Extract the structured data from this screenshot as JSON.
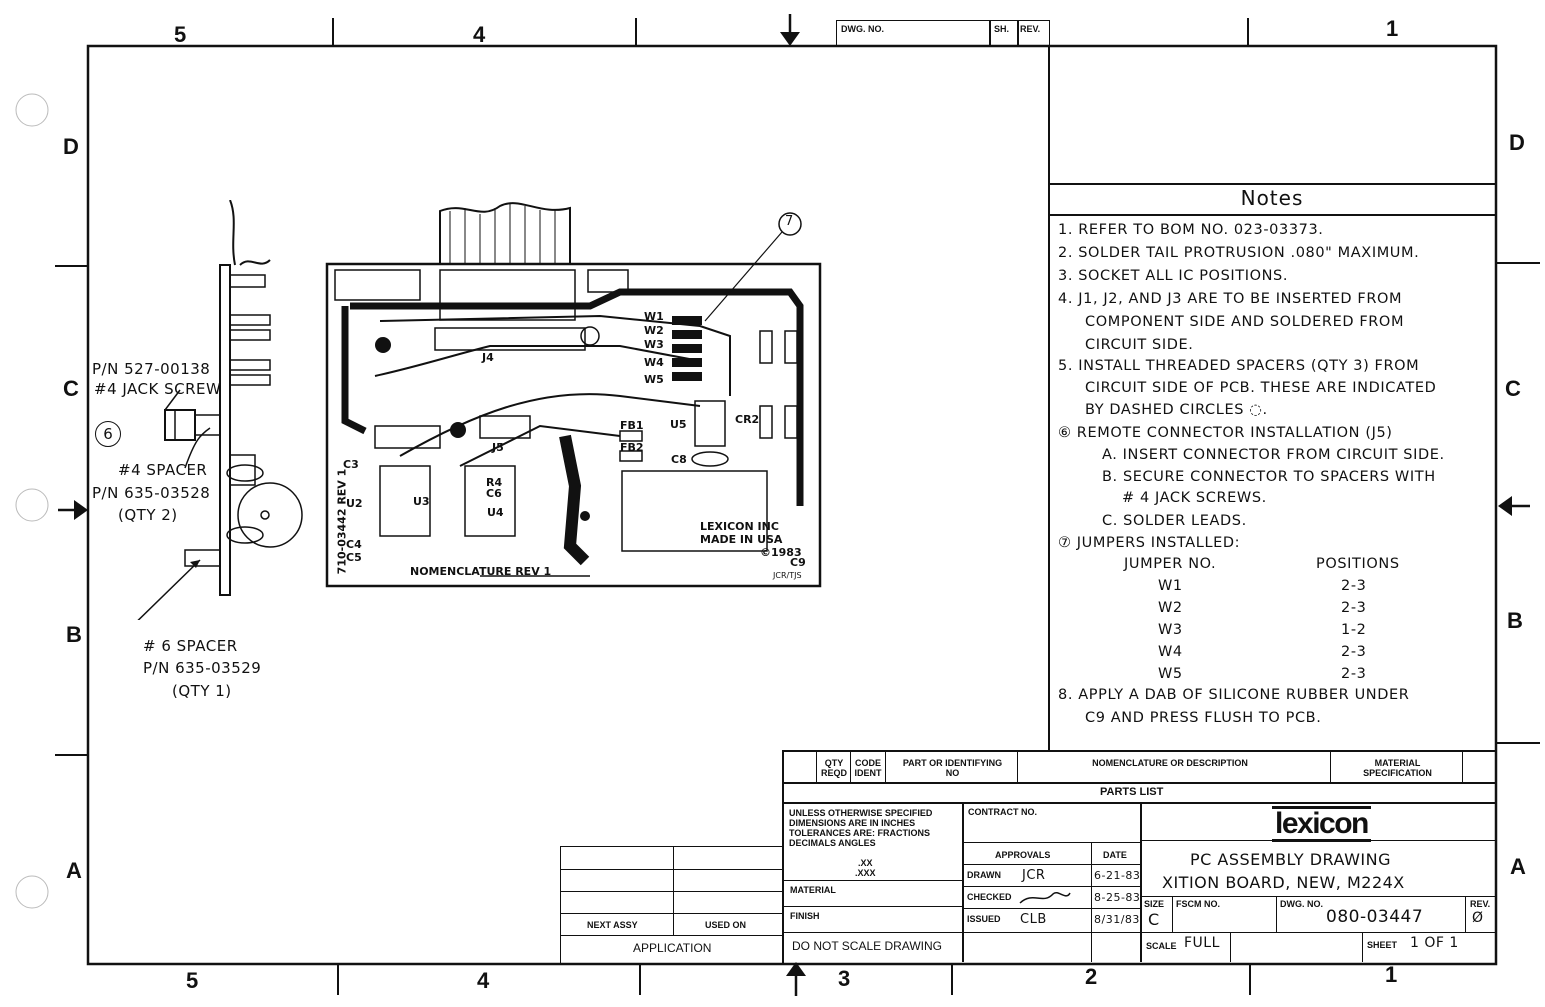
{
  "zones": {
    "top": [
      "5",
      "4",
      "1"
    ],
    "bottom": [
      "5",
      "4",
      "3",
      "2",
      "1"
    ],
    "left": [
      "D",
      "C",
      "B",
      "A"
    ],
    "right": [
      "D",
      "C",
      "B",
      "A"
    ]
  },
  "top_box": {
    "dwg_no": "DWG. NO.",
    "sh": "SH.",
    "rev": "REV."
  },
  "notes": {
    "title": "Notes",
    "lines": [
      "1. REFER TO BOM NO. 023-03373.",
      "2. SOLDER TAIL PROTRUSION .080\" MAXIMUM.",
      "3. SOCKET ALL IC POSITIONS.",
      "4. J1, J2, AND J3 ARE TO BE INSERTED FROM",
      "COMPONENT SIDE AND SOLDERED FROM",
      "CIRCUIT SIDE.",
      "5. INSTALL THREADED SPACERS (QTY 3) FROM",
      "CIRCUIT SIDE OF PCB. THESE ARE INDICATED",
      "BY DASHED CIRCLES ◌.",
      "⑥ REMOTE CONNECTOR INSTALLATION (J5)",
      "A. INSERT CONNECTOR FROM CIRCUIT SIDE.",
      "B. SECURE CONNECTOR TO SPACERS WITH",
      "# 4 JACK SCREWS.",
      "C. SOLDER LEADS.",
      "⑦ JUMPERS INSTALLED:",
      "8. APPLY A DAB OF SILICONE RUBBER UNDER",
      "C9 AND PRESS FLUSH TO PCB."
    ],
    "jumper_header": {
      "jumper": "JUMPER NO.",
      "positions": "POSITIONS"
    },
    "jumpers": [
      {
        "no": "W1",
        "pos": "2-3"
      },
      {
        "no": "W2",
        "pos": "2-3"
      },
      {
        "no": "W3",
        "pos": "1-2"
      },
      {
        "no": "W4",
        "pos": "2-3"
      },
      {
        "no": "W5",
        "pos": "2-3"
      }
    ]
  },
  "side_view": {
    "pn1": "P/N 527-00138",
    "jack": "#4 JACK SCREW",
    "circle6": "6",
    "spacer4": "#4 SPACER",
    "pn2": "P/N 635-03528",
    "qty2": "(QTY 2)",
    "spacer6": "# 6 SPACER",
    "pn3": "P/N 635-03529",
    "qty1": "(QTY 1)"
  },
  "pcb": {
    "callout": "7",
    "jumpers": [
      "W1",
      "W2",
      "W3",
      "W4",
      "W5"
    ],
    "j4": "J4",
    "j5": "J5",
    "fb1": "FB1",
    "fb2": "FB2",
    "u5": "U5",
    "cr2": "CR2",
    "c8": "C8",
    "c3": "C3",
    "u2": "U2",
    "u3": "U3",
    "u4": "U4",
    "r4": "R4",
    "c6": "C6",
    "c4": "C4",
    "c5": "C5",
    "side_text": "710-03442 REV 1",
    "nomenclature": "NOMENCLATURE REV 1",
    "maker1": "LEXICON INC",
    "maker2": "MADE IN USA",
    "maker3": "©1983",
    "c9": "C9",
    "initials": "JCR/TJS"
  },
  "parts_list": {
    "qty": "QTY REQD",
    "code": "CODE IDENT",
    "part": "PART OR IDENTIFYING NO",
    "nomen": "NOMENCLATURE OR DESCRIPTION",
    "material": "MATERIAL SPECIFICATION",
    "title": "PARTS LIST"
  },
  "title_block": {
    "tolerance": "UNLESS OTHERWISE SPECIFIED DIMENSIONS ARE IN INCHES TOLERANCES ARE: FRACTIONS DECIMALS ANGLES",
    "xx": ".XX",
    "xxx": ".XXX",
    "contract": "CONTRACT NO.",
    "approvals": "APPROVALS",
    "date": "DATE",
    "drawn": "DRAWN",
    "drawn_by": "JCR",
    "drawn_date": "6-21-83",
    "checked": "CHECKED",
    "checked_date": "8-25-83",
    "issued": "ISSUED",
    "issued_by": "CLB",
    "issued_date": "8/31/83",
    "material": "MATERIAL",
    "finish": "FINISH",
    "do_not_scale": "DO NOT SCALE DRAWING",
    "company": "lexicon",
    "title1": "PC ASSEMBLY DRAWING",
    "title2": "XITION BOARD, NEW, M224X",
    "size_lbl": "SIZE",
    "size": "C",
    "fscm": "FSCM NO.",
    "dwg_lbl": "DWG. NO.",
    "dwg_no": "080-03447",
    "rev_lbl": "REV.",
    "rev": "Ø",
    "scale_lbl": "SCALE",
    "scale": "FULL",
    "sheet_lbl": "SHEET",
    "sheet": "1 OF 1",
    "next_assy": "NEXT ASSY",
    "used_on": "USED ON",
    "application": "APPLICATION"
  }
}
